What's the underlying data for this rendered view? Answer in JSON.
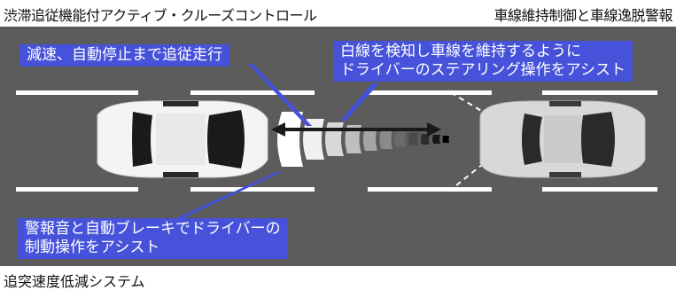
{
  "header": {
    "left_title": "渋滞追従機能付アクティブ・クルーズコントロール",
    "right_title": "車線維持制御と車線逸脱警報"
  },
  "callouts": {
    "acc": "減速、自動停止まで追従走行",
    "lane_line1": "白線を検知し車線を維持するように",
    "lane_line2": "ドライバーのステアリング操作をアシスト",
    "brake_line1": "警報音と自動ブレーキでドライバーの",
    "brake_line2": "制動操作をアシスト"
  },
  "footer": {
    "title": "追突速度低減システム"
  },
  "colors": {
    "road": "#5c5c5c",
    "callout": "#4652d9",
    "lane_marking": "#ffffff",
    "lead_car": "#d8d8d8",
    "ego_car": "#f4f4f4"
  }
}
